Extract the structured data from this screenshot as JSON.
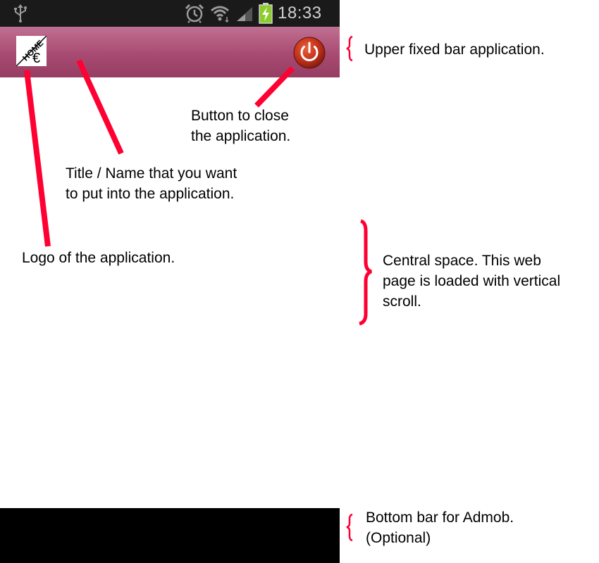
{
  "status_bar": {
    "time": "18:33",
    "icons": [
      "usb-icon",
      "alarm-icon",
      "wifi-icon",
      "signal-icon",
      "battery-charging-icon"
    ]
  },
  "app_bar": {
    "logo_text": "HOME",
    "logo_symbol": "€",
    "title": "",
    "close_icon": "power-icon",
    "gradient_top": "#c07090",
    "gradient_bottom": "#963d63"
  },
  "ad_bar": {
    "background": "#000000"
  },
  "annotations": {
    "upper_bar": "Upper fixed bar application.",
    "close_button": "Button to close\nthe application.",
    "title": "Title / Name that you want\nto put into the application.",
    "logo": "Logo of the application.",
    "central_space": "Central space. This web\npage is loaded with vertical\nscroll.",
    "bottom_bar": "Bottom bar for Admob.\n(Optional)"
  },
  "colors": {
    "pointer": "#ff0033",
    "status_bar": "#1a1a1a",
    "battery_green": "#8ccd2a",
    "power_red": "#c0301a"
  }
}
